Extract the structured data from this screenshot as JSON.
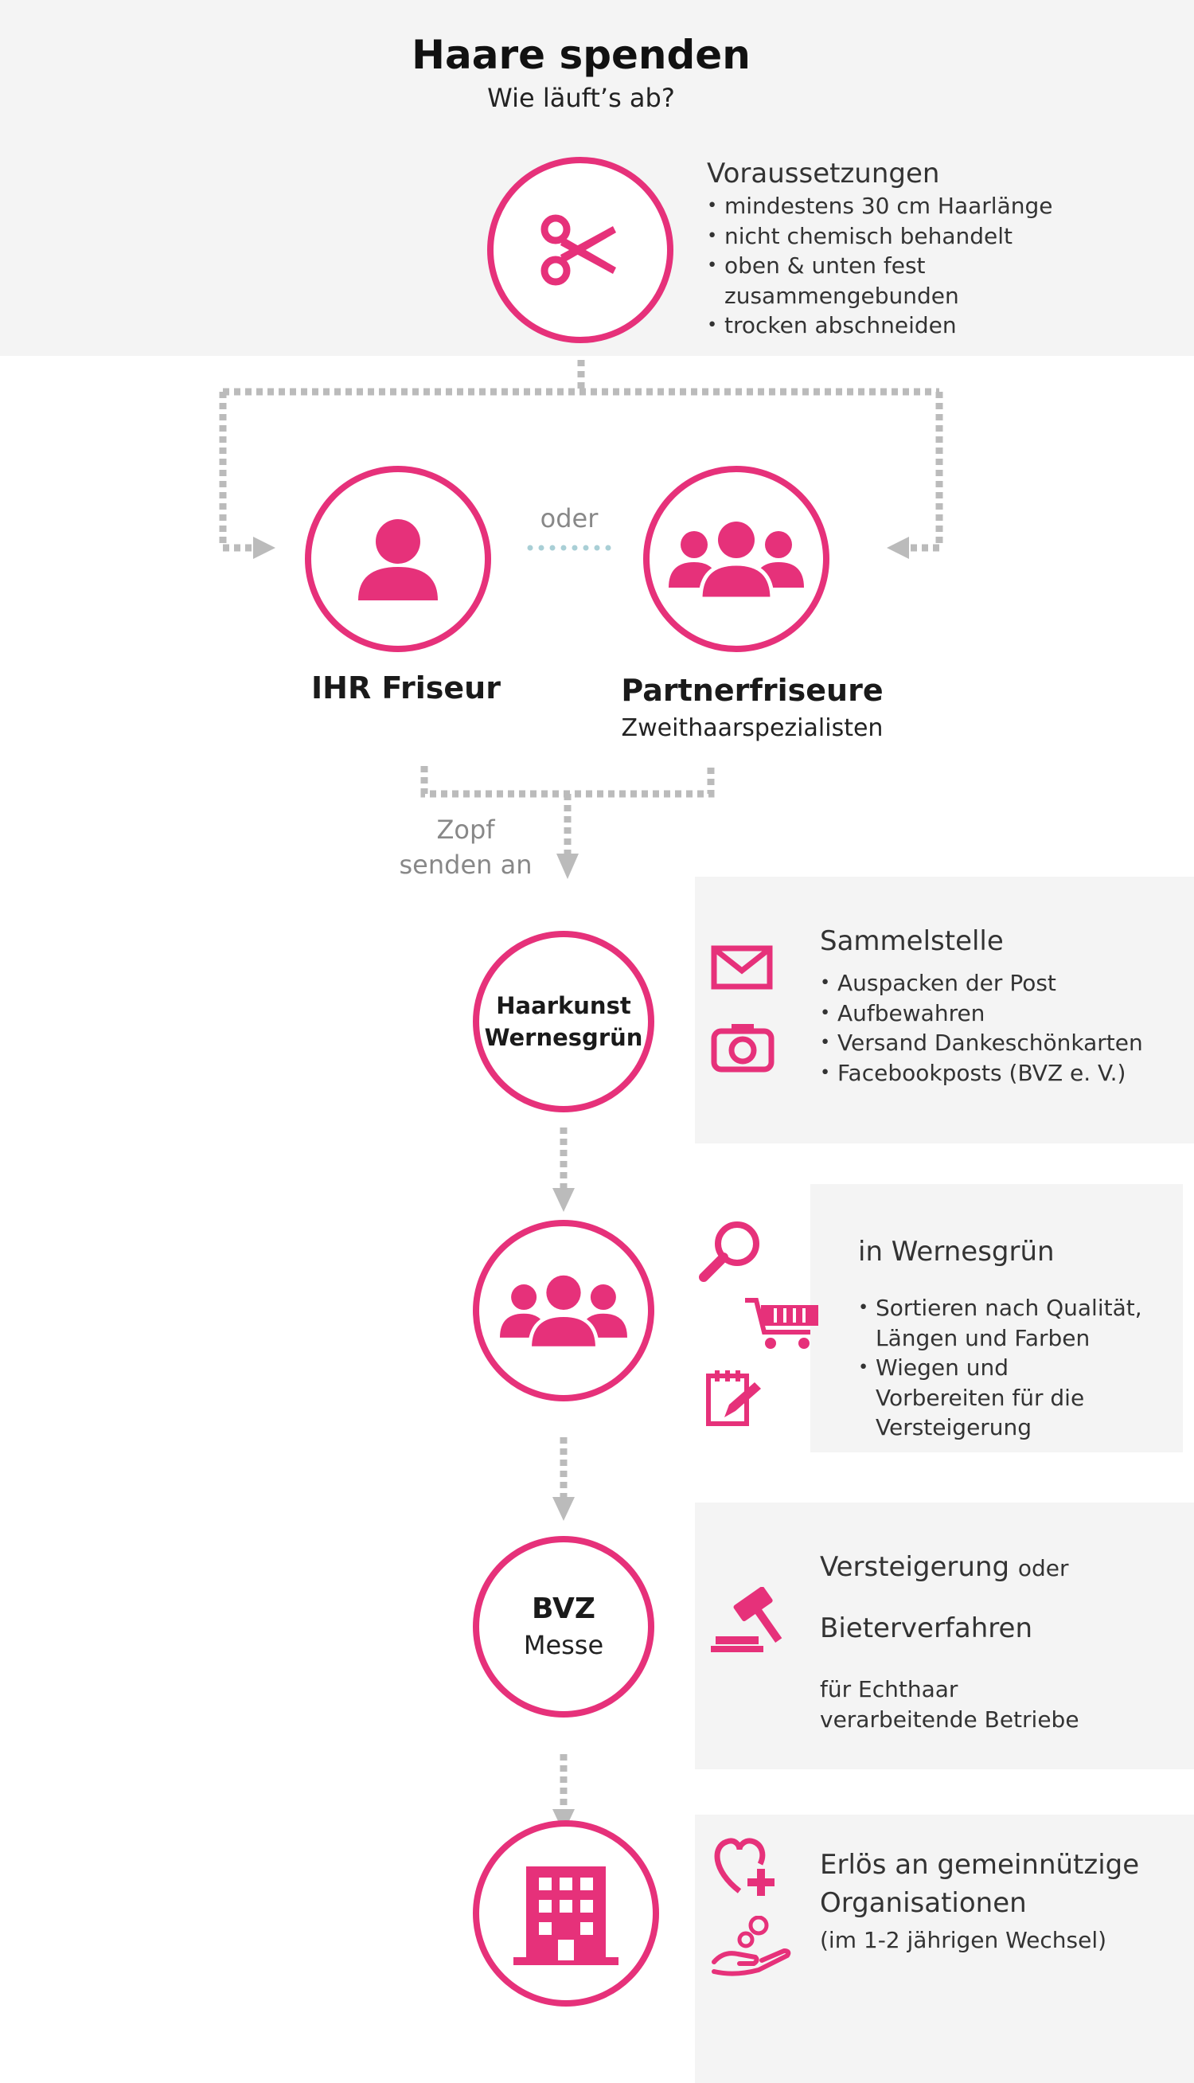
{
  "header": {
    "title": "Haare spenden",
    "subtitle": "Wie läuft’s ab?"
  },
  "requirements": {
    "heading": "Voraussetzungen",
    "items": [
      "mindestens 30 cm Haarlänge",
      "nicht chemisch behandelt",
      "oben & unten fest zusammengebunden",
      "trocken abschneiden"
    ],
    "icon": "scissors-icon"
  },
  "choice": {
    "or_label": "oder",
    "left": {
      "label": "IHR Friseur",
      "icon": "person-icon"
    },
    "right": {
      "label": "Partnerfriseure",
      "sublabel": "Zweithaarspezialisten",
      "icon": "group-icon"
    }
  },
  "send": {
    "line1": "Zopf",
    "line2": "senden an"
  },
  "step1": {
    "circle_line1": "Haarkunst",
    "circle_line2": "Wernesgrün",
    "heading": "Sammelstelle",
    "items": [
      "Auspacken der Post",
      "Aufbewahren",
      "Versand Dankeschönkarten",
      "Facebookposts (BVZ e. V.)"
    ],
    "icons": [
      "envelope-icon",
      "camera-icon"
    ]
  },
  "step2": {
    "circle_icon": "group-icon",
    "heading": "in Wernesgrün",
    "items": [
      "Sortieren nach Qualität, Längen und Farben",
      "Wiegen und Vorbereiten für die Versteigerung"
    ],
    "icons": [
      "magnifier-icon",
      "cart-icon",
      "notepad-icon"
    ]
  },
  "step3": {
    "circle_line1": "BVZ",
    "circle_line2": "Messe",
    "heading_main": "Versteigerung",
    "heading_or": "oder",
    "heading_line2": "Bieterverfahren",
    "desc_line1": "für Echthaar",
    "desc_line2": "verarbeitende Betriebe",
    "icon": "gavel-icon"
  },
  "step4": {
    "circle_icon": "building-icon",
    "heading_line1": "Erlös an gemeinnützige",
    "heading_line2": "Organisationen",
    "note": "(im 1-2 jährigen Wechsel)",
    "icons": [
      "heart-plus-icon",
      "hand-coins-icon"
    ]
  },
  "colors": {
    "accent": "#e6317a",
    "panel": "#f4f4f4",
    "connector": "#bbbbbb",
    "or_dots": "#a9cfd6"
  }
}
